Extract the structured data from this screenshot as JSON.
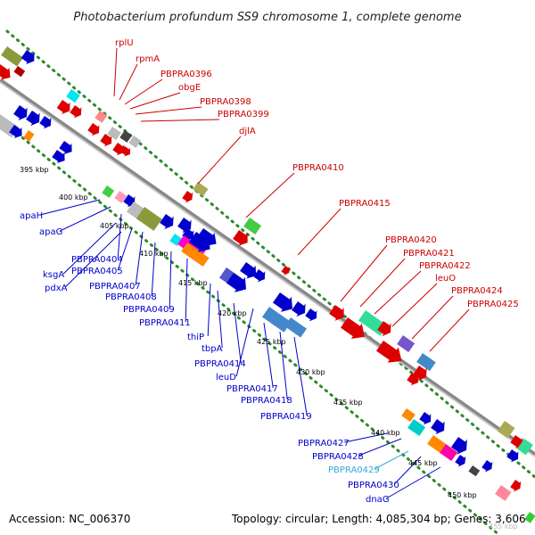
{
  "title": "Photobacterium profundum SS9 chromosome 1, complete genome",
  "footer": {
    "accession": "Accession: NC_006370",
    "summary": "Topology: circular; Length: 4,085,304 bp; Genes: 3,606"
  },
  "faint_tick": "455 kbp",
  "colors": {
    "forward_label": "#cc0000",
    "reverse_label": "#0000cc",
    "highlight_label": "#33aadd",
    "backbone": "#888888",
    "tick_dots": "#2a8a2a"
  },
  "ticks": [
    "395 kbp",
    "400 kbp",
    "405 kbp",
    "410 kbp",
    "415 kbp",
    "420 kbp",
    "425 kbp",
    "430 kbp",
    "435 kbp",
    "440 kbp",
    "445 kbp",
    "450 kbp"
  ],
  "forward_genes": [
    "rplU",
    "rpmA",
    "PBPRA0396",
    "obgE",
    "PBPRA0398",
    "PBPRA0399",
    "djlA",
    "PBPRA0410",
    "PBPRA0415",
    "PBPRA0420",
    "PBPRA0421",
    "PBPRA0422",
    "leuO",
    "PBPRA0424",
    "PBPRA0425"
  ],
  "reverse_genes": [
    "apaH",
    "apaG",
    "PBPRA0404",
    "ksgA",
    "PBPRA0405",
    "pdxA",
    "PBPRA0407",
    "PBPRA0408",
    "PBPRA0409",
    "PBPRA0411",
    "thiP",
    "tbpA",
    "PBPRA0414",
    "leuD",
    "PBPRA0417",
    "PBPRA0418",
    "PBPRA0419",
    "PBPRA0427",
    "PBPRA0428",
    "PBPRA0429",
    "PBPRA0430",
    "dnaG"
  ],
  "highlighted_gene": "PBPRA0429"
}
